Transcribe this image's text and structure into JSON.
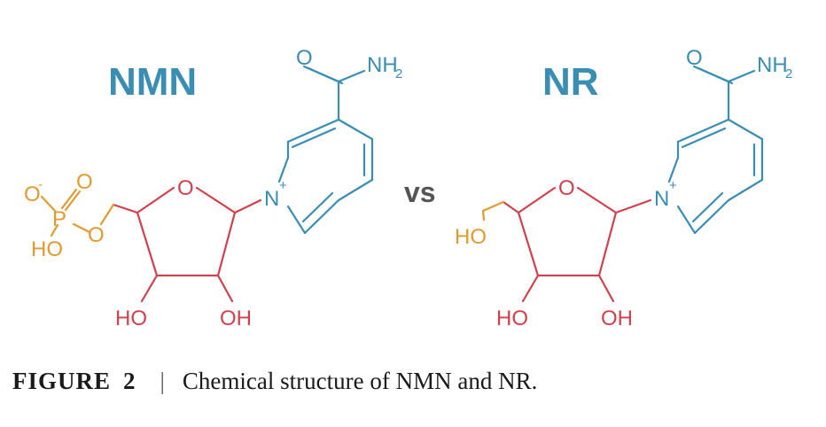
{
  "colors": {
    "pyridine": "#3a8db3",
    "sugar": "#d0404d",
    "phosphate": "#e09a30",
    "title": "#3a8db3",
    "vs": "#555555"
  },
  "nmn": {
    "title": "NMN",
    "carbonyl_o": "O",
    "amide": "NH",
    "amide_sub": "2",
    "ring_n": "N",
    "ring_n_charge": "+",
    "ring_o": "O",
    "oh_left": "HO",
    "oh_right": "OH",
    "phosphate": {
      "o_minus": "O",
      "minus": "-",
      "o_double": "O",
      "p": "P",
      "ho": "HO",
      "o_link": "O"
    }
  },
  "vs": "vs",
  "nr": {
    "title": "NR",
    "carbonyl_o": "O",
    "amide": "NH",
    "amide_sub": "2",
    "ring_n": "N",
    "ring_n_charge": "+",
    "ring_o": "O",
    "ho_chain": "HO",
    "oh_left": "HO",
    "oh_right": "OH"
  },
  "caption": {
    "label": "FIGURE",
    "number": "2",
    "separator": "|",
    "text": "Chemical structure of NMN and NR."
  }
}
